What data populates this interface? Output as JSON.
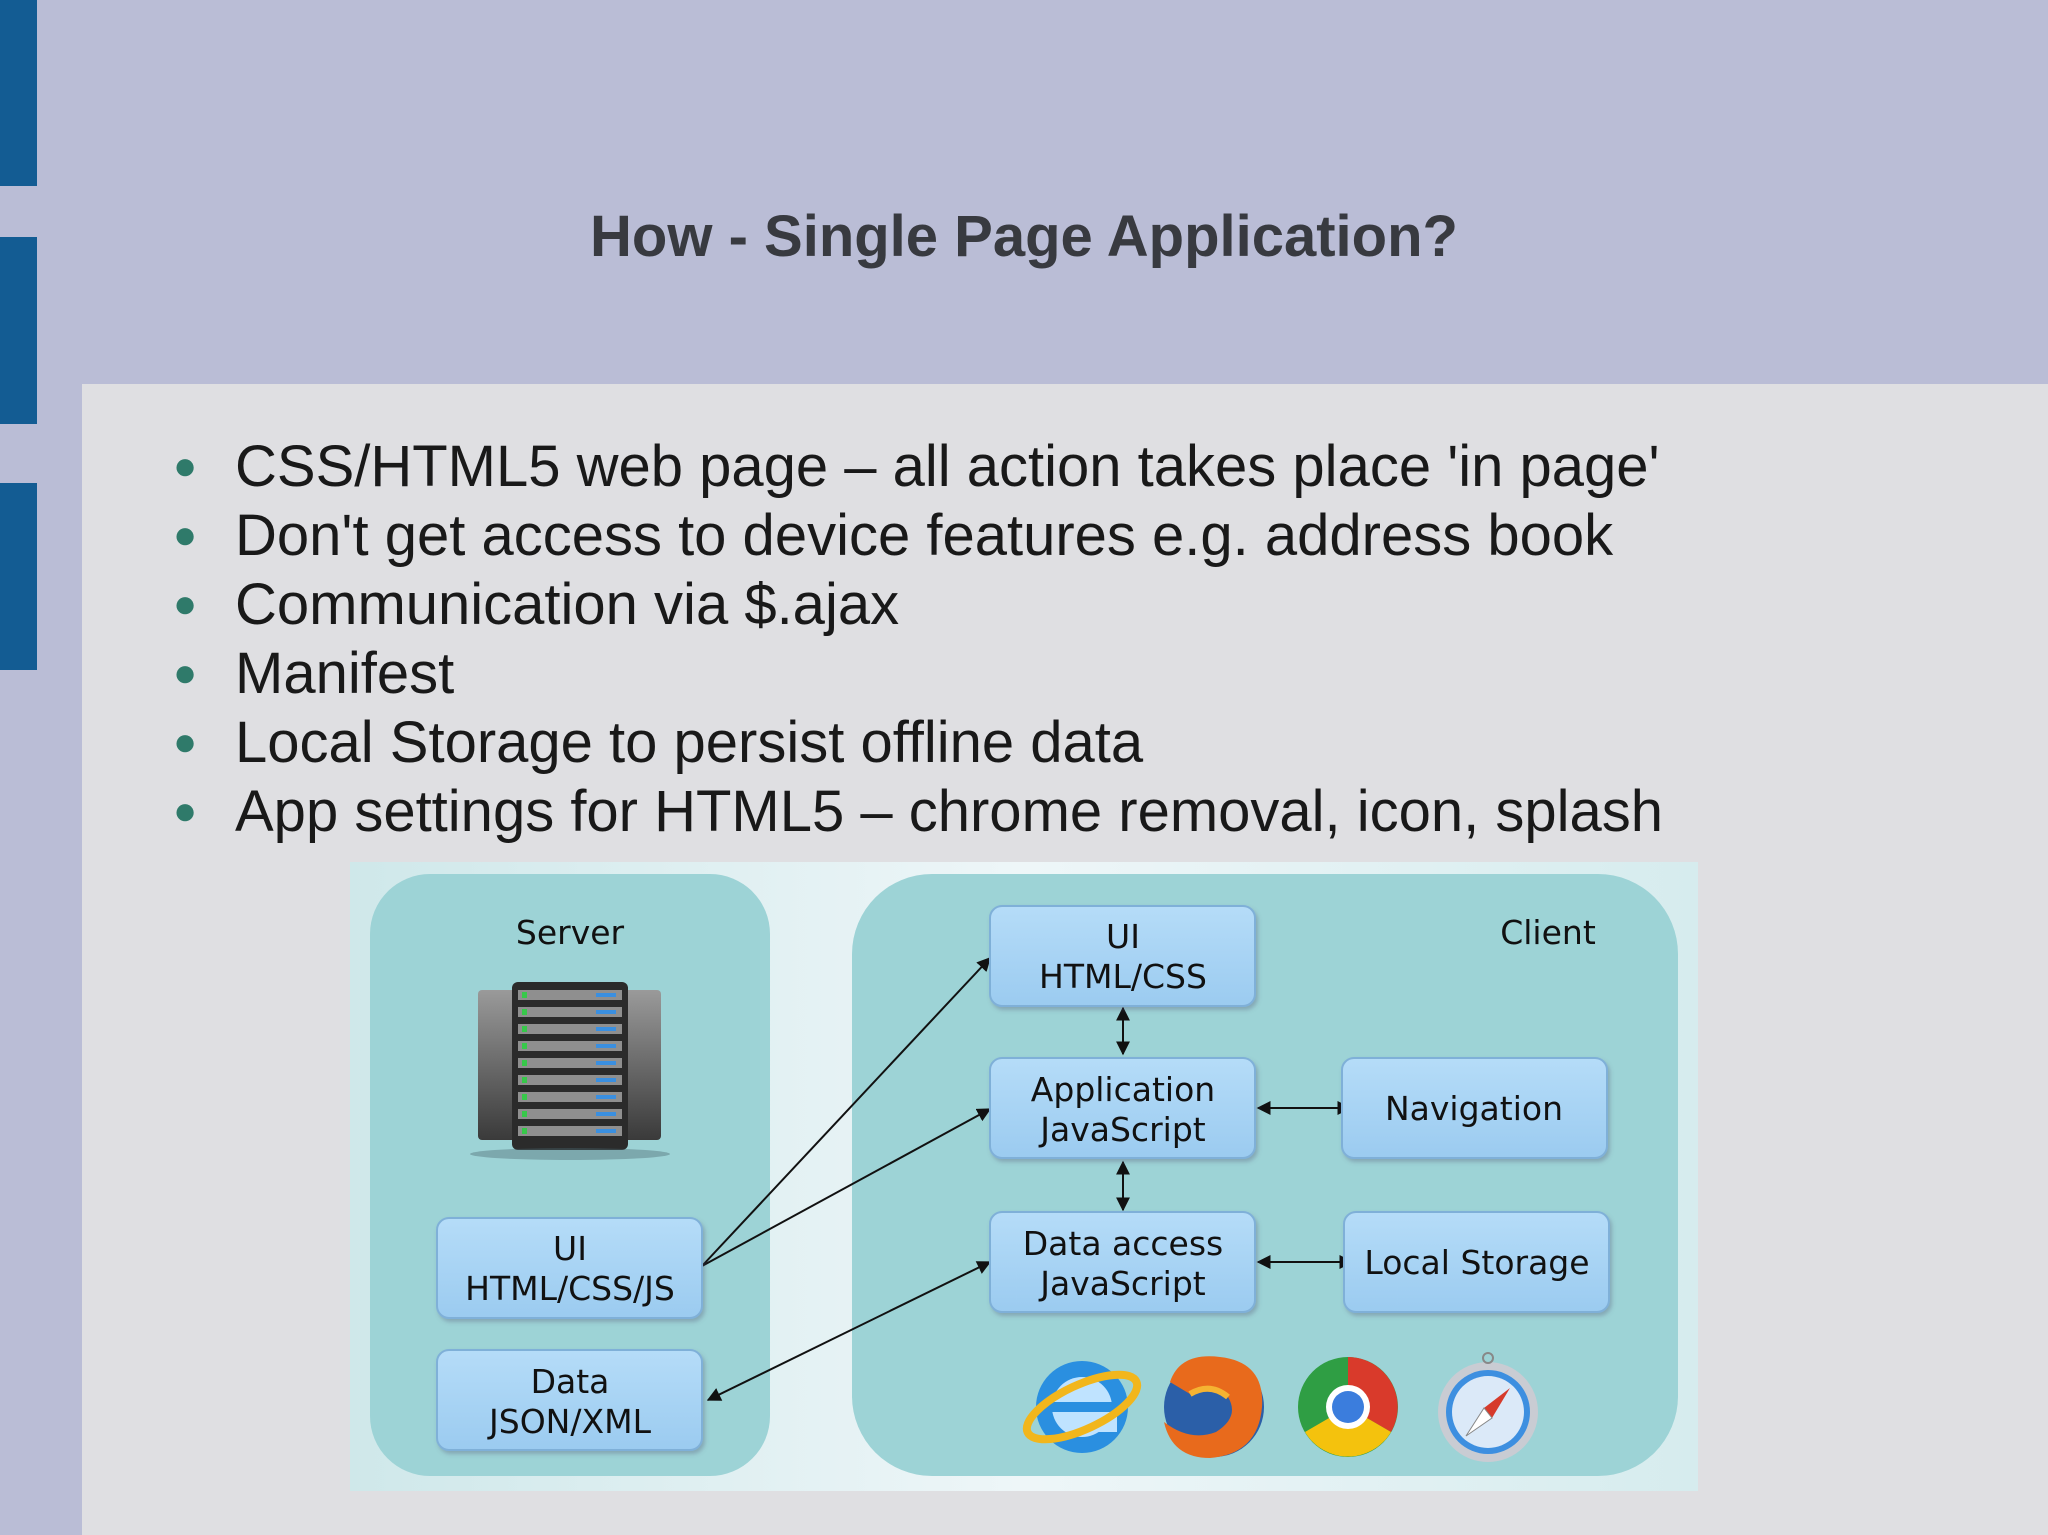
{
  "slide": {
    "title": "How - Single Page Application?",
    "bullets": [
      "CSS/HTML5 web page – all action takes place 'in page'",
      "Don't get access to device features e.g. address book",
      "Communication via $.ajax",
      "Manifest",
      "Local Storage to persist offline data",
      "App settings for HTML5 – chrome removal, icon, splash"
    ]
  },
  "diagram": {
    "server": {
      "label": "Server",
      "ui_box": [
        "UI",
        "HTML/CSS/JS"
      ],
      "data_box": [
        "Data",
        "JSON/XML"
      ]
    },
    "client": {
      "label": "Client",
      "ui_box": [
        "UI",
        "HTML/CSS"
      ],
      "app_box": [
        "Application",
        "JavaScript"
      ],
      "data_access_box": [
        "Data access",
        "JavaScript"
      ],
      "navigation_box": "Navigation",
      "local_storage_box": "Local Storage"
    },
    "browser_icons": [
      "internet-explorer-icon",
      "firefox-icon",
      "chrome-icon",
      "safari-icon"
    ],
    "colors": {
      "panel": "#9dd3d6",
      "box": "#a6d2f3",
      "box_border": "#7fb0d8"
    }
  }
}
